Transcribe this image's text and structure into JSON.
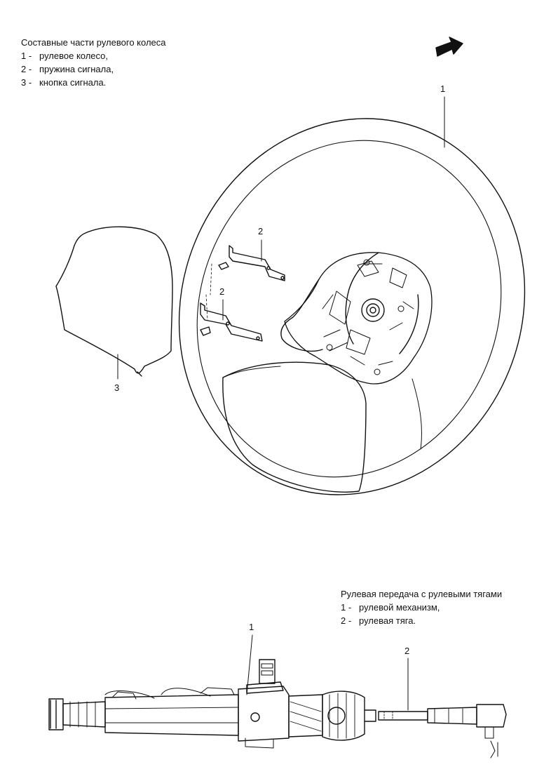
{
  "wheel_legend": {
    "title": "Составные части рулевого колеса",
    "items": [
      {
        "num": "1 -",
        "text": "рулевое колесо,"
      },
      {
        "num": "2 -",
        "text": "пружина сигнала,"
      },
      {
        "num": "3 -",
        "text": "кнопка сигнала."
      }
    ]
  },
  "gear_legend": {
    "title": "Рулевая передача с рулевыми тягами",
    "items": [
      {
        "num": "1 -",
        "text": "рулевой механизм,"
      },
      {
        "num": "2 -",
        "text": "рулевая тяга."
      }
    ]
  },
  "callouts": {
    "wheel": "1",
    "spring_upper": "2",
    "spring_lower": "2",
    "horn_button": "3",
    "gear": "1",
    "tie_rod": "2"
  },
  "colors": {
    "ink": "#111111",
    "paper": "#ffffff"
  },
  "icons": {
    "orientation_arrow": "arrow-icon"
  }
}
